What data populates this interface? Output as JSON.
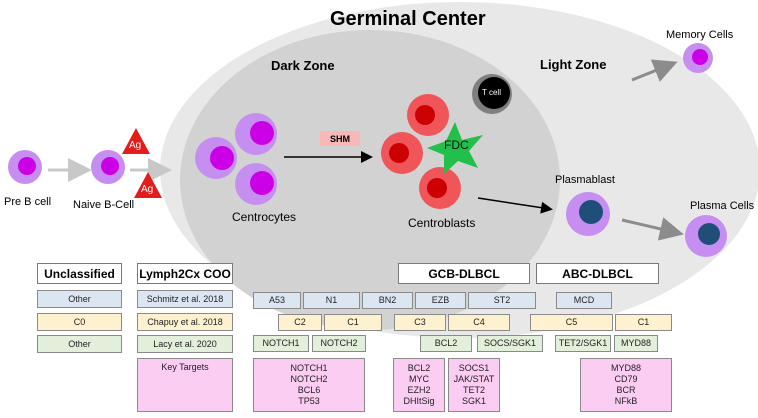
{
  "title": "Germinal Center",
  "zones": {
    "dark": "Dark Zone",
    "light": "Light Zone"
  },
  "labels": {
    "pre_b": "Pre B cell",
    "naive_b": "Naive B-Cell",
    "centrocytes": "Centrocytes",
    "centroblasts": "Centroblasts",
    "plasmablast": "Plasmablast",
    "plasma": "Plasma Cells",
    "memory": "Memory Cells",
    "shm": "SHM",
    "fdc": "FDC",
    "tcell": "T cell",
    "ag": "Ag"
  },
  "headers": {
    "unclassified": "Unclassified",
    "lymph2cx": "Lymph2Cx COO",
    "gcb": "GCB-DLBCL",
    "abc": "ABC-DLBCL"
  },
  "rows": {
    "schmitz": {
      "left": "Other",
      "ref": "Schmitz et al. 2018",
      "cells": [
        "A53",
        "N1",
        "BN2",
        "EZB",
        "ST2",
        "MCD"
      ]
    },
    "chapuy": {
      "left": "C0",
      "ref": "Chapuy et al. 2018",
      "cells": [
        "C2",
        "C1",
        "C3",
        "C4",
        "C5",
        "C1"
      ]
    },
    "lacy": {
      "left": "Other",
      "ref": "Lacy et al. 2020",
      "cells": [
        "NOTCH1",
        "NOTCH2",
        "BCL2",
        "SOCS/SGK1",
        "TET2/SGK1",
        "MYD88"
      ]
    },
    "targets": {
      "ref": "Key Targets",
      "groups": [
        [
          "NOTCH1",
          "NOTCH2",
          "BCL6",
          "TP53"
        ],
        [
          "BCL2",
          "MYC",
          "EZH2",
          "DHItSig"
        ],
        [
          "SOCS1",
          "JAK/STAT",
          "TET2",
          "SGK1"
        ],
        [
          "MYD88",
          "CD79",
          "BCR",
          "NFkB"
        ]
      ]
    }
  },
  "colors": {
    "gc_outer": "#e8e8e8",
    "dark_zone": "#d2d2d2",
    "cell_purple": "#c58ef0",
    "nucleus_magenta": "#cc00e6",
    "centroblast_red": "#f0555a",
    "nucleus_red": "#cc0000",
    "plasma_nucleus": "#1f4e79",
    "fdc_green": "#22c04a",
    "ag_red": "#e31c1c",
    "box_blue": "#dce6f2",
    "box_yellow": "#fdf1cf",
    "box_green": "#e2efda",
    "box_pink": "#fccdf2"
  }
}
